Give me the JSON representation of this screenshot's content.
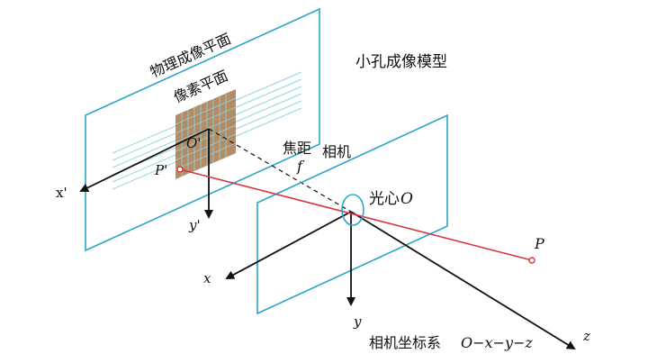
{
  "title": "小孔成像模型",
  "labels": {
    "physical_plane": "物理成像平面",
    "pixel_plane": "像素平面",
    "focal_length": "焦距",
    "focal_symbol": "f",
    "camera": "相机",
    "optical_center": "光心",
    "optical_center_symbol": "O",
    "camera_frame": "相机坐标系",
    "camera_frame_formula": "O−x−y−z",
    "image_origin": "O'",
    "image_point": "P'",
    "world_point": "P",
    "axis_x_image": "x'",
    "axis_y_image": "y'",
    "axis_x": "x",
    "axis_y": "y",
    "axis_z": "z"
  },
  "colors": {
    "plane_border": "#2aa6c8",
    "pixel_grid": "#8fd3e6",
    "pixel_fill": "#a8794a",
    "ray": "#d9363e",
    "axis": "#111111"
  }
}
